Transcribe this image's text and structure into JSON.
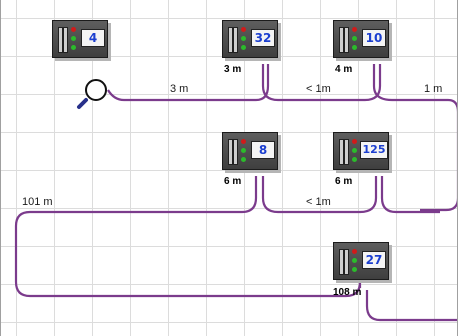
{
  "devices": [
    {
      "id": "d1",
      "display": "4",
      "distance": ""
    },
    {
      "id": "d2",
      "display": "32",
      "distance": "3 m"
    },
    {
      "id": "d3",
      "display": "10",
      "distance": "4 m"
    },
    {
      "id": "d4",
      "display": "8",
      "distance": "6 m"
    },
    {
      "id": "d5",
      "display": "125",
      "distance": "6 m"
    },
    {
      "id": "d6",
      "display": "27",
      "distance": "108 m"
    }
  ],
  "cables": [
    {
      "label": "3 m"
    },
    {
      "label": "< 1m"
    },
    {
      "label": "1 m"
    },
    {
      "label": "< 1m"
    },
    {
      "label": "101 m"
    }
  ],
  "colors": {
    "cable": "#7b3b8c",
    "screen_text": "#1c3fd0",
    "grid": "#dcdcdc"
  },
  "icons": {
    "probe": "magnifier-icon"
  }
}
